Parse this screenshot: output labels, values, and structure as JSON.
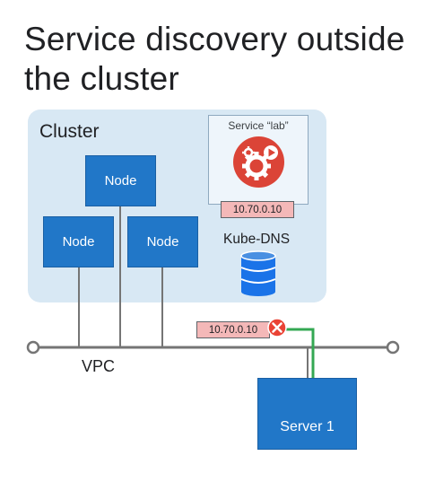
{
  "title": {
    "line1": "Service discovery outside",
    "line2": "the cluster"
  },
  "cluster": {
    "label": "Cluster",
    "nodes": [
      "Node",
      "Node",
      "Node"
    ]
  },
  "service": {
    "label": "Service “lab”",
    "ip": "10.70.0.10",
    "icon": "gear-play-icon"
  },
  "kube_dns": {
    "label": "Kube-DNS",
    "icon": "database-icon"
  },
  "network": {
    "label": "VPC",
    "blocked_ip": "10.70.0.10",
    "blocked_icon": "x-circle-icon"
  },
  "server": {
    "label": "Server 1"
  },
  "colors": {
    "node_blue": "#2177c8",
    "cluster_bg": "#d8e8f4",
    "service_red": "#db4437",
    "ip_pink": "#f4b8b8",
    "route_green": "#34a853",
    "blocked_red": "#ea4335"
  }
}
